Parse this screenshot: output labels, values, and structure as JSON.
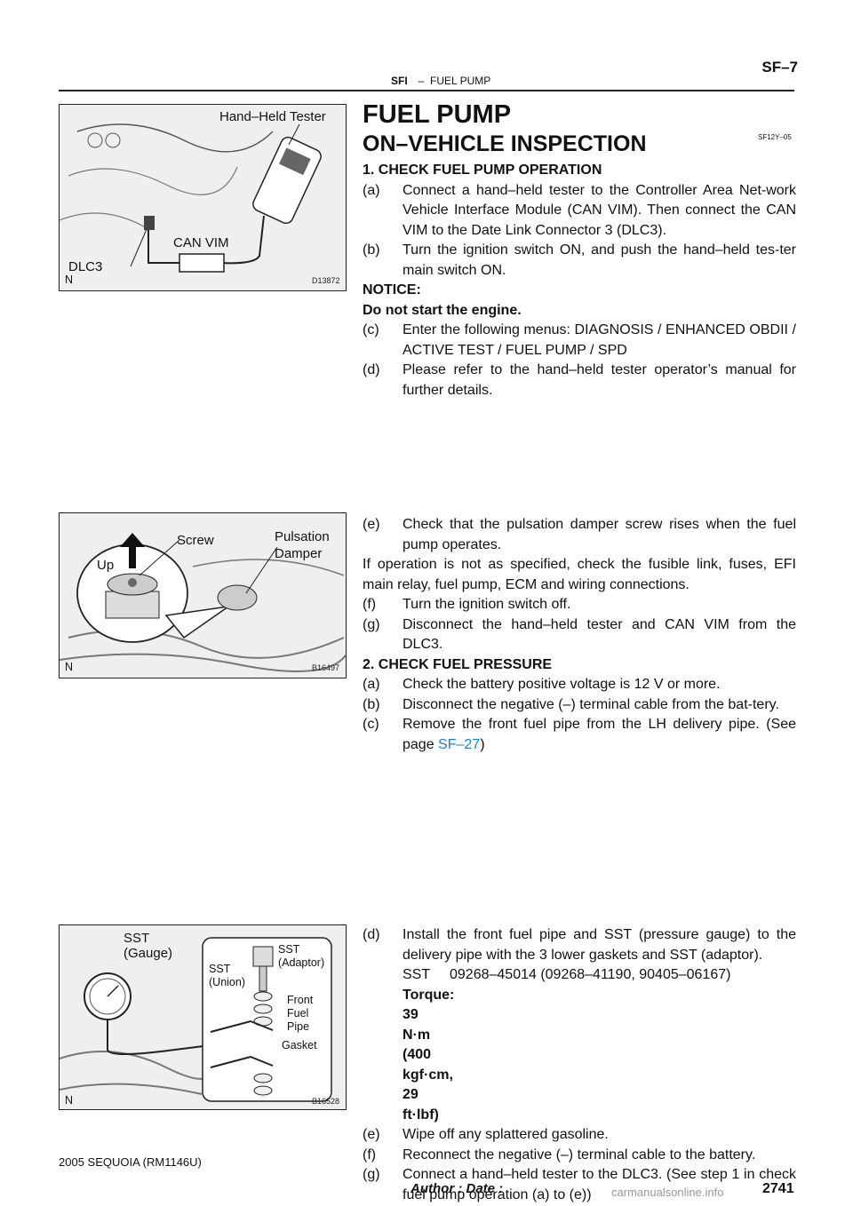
{
  "header": {
    "section": "SFI",
    "dash": "–",
    "topic": "FUEL PUMP",
    "page_id": "SF–7"
  },
  "figures": {
    "fig1": {
      "tester_label": "Hand–Held Tester",
      "vim_label": "CAN VIM",
      "dlc_label": "DLC3",
      "n_mark": "N",
      "code": "D13872"
    },
    "fig2": {
      "screw_label": "Screw",
      "damper_label_1": "Pulsation",
      "damper_label_2": "Damper",
      "up_label": "Up",
      "n_mark": "N",
      "code": "B16497"
    },
    "fig3": {
      "gauge_label_1": "SST",
      "gauge_label_2": "(Gauge)",
      "union_label_1": "SST",
      "union_label_2": "(Union)",
      "adaptor_label_1": "SST",
      "adaptor_label_2": "(Adaptor)",
      "pipe_label_1": "Front",
      "pipe_label_2": "Fuel",
      "pipe_label_3": "Pipe",
      "gasket_label": "Gasket",
      "n_mark": "N",
      "code": "B16528"
    }
  },
  "content": {
    "title": "FUEL PUMP",
    "section_title": "ON–VEHICLE INSPECTION",
    "section_code": "SF12Y–05",
    "step1": "1.  CHECK FUEL PUMP OPERATION",
    "s1a_n": "(a)",
    "s1a": "Connect a hand–held tester to the Controller Area Net-work Vehicle Interface Module (CAN VIM). Then connect the CAN VIM to the Date Link Connector 3 (DLC3).",
    "s1b_n": "(b)",
    "s1b": "Turn the ignition switch ON, and push the hand–held tes-ter main switch ON.",
    "notice": "NOTICE:",
    "notice_text": "Do not start the engine.",
    "s1c_n": "(c)",
    "s1c": "Enter the following menus: DIAGNOSIS / ENHANCED OBDII / ACTIVE TEST / FUEL PUMP / SPD",
    "s1d_n": "(d)",
    "s1d": "Please refer to the hand–held tester operator’s manual for further details.",
    "s1e_n": "(e)",
    "s1e": "Check that the pulsation damper screw rises when the fuel pump operates.",
    "s1e_note": "If operation is not as specified, check the fusible link, fuses, EFI main relay, fuel pump, ECM and wiring connections.",
    "s1f_n": "(f)",
    "s1f": "Turn the ignition switch off.",
    "s1g_n": "(g)",
    "s1g": "Disconnect the hand–held tester and CAN VIM from the DLC3.",
    "step2": "2.  CHECK FUEL PRESSURE",
    "s2a_n": "(a)",
    "s2a": "Check the battery positive voltage is 12 V or more.",
    "s2b_n": "(b)",
    "s2b": "Disconnect the negative (–) terminal cable from the bat-tery.",
    "s2c_n": "(c)",
    "s2c": "Remove the front fuel pipe from the LH delivery pipe. (See page ",
    "s2c_link": "SF–27",
    "s2c_end": ")",
    "s2d_n": "(d)",
    "s2d": "Install the front fuel pipe and SST (pressure gauge) to the delivery pipe with the 3 lower gaskets and SST (adaptor).",
    "sst_label": "SST",
    "sst_value": "09268–45014 (09268–41190, 90405–06167)",
    "torque": "Torque: 39 N·m (400 kgf·cm, 29 ft·lbf)",
    "s2e_n": "(e)",
    "s2e": "Wipe off any splattered gasoline.",
    "s2f_n": "(f)",
    "s2f": "Reconnect the negative (–) terminal cable to the battery.",
    "s2g_n": "(g)",
    "s2g": "Connect a hand–held tester to the DLC3. (See step 1 in check fuel pump operation (a) to (e))"
  },
  "footer": {
    "model": "2005 SEQUOIA   (RM1146U)",
    "author_date": "Author :                    Date :",
    "page_number": "2741",
    "watermark": "carmanualsonline.info"
  }
}
